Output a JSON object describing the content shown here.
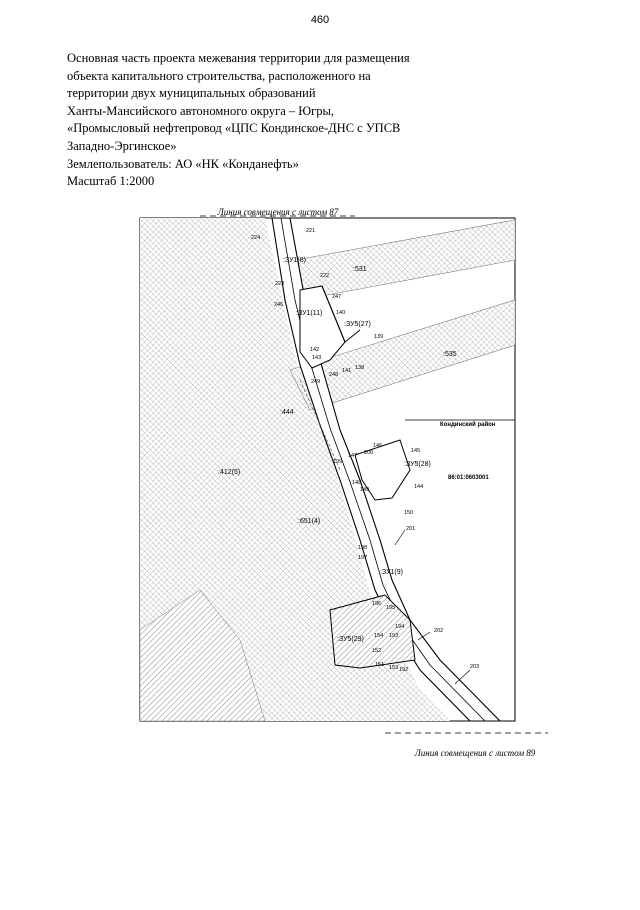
{
  "page_number": "460",
  "header": {
    "lines": [
      "Основная часть проекта межевания территории для размещения",
      "объекта капитального строительства, расположенного на",
      "территории двух муниципальных образований",
      " Ханты-Мансийского автономного округа – Югры,",
      "«Промысловый нефтепровод «ЦПС Кондинское-ДНС с УПСВ",
      "Западно-Эргинское»",
      "Землепользователь: АО «НК «Конданефть»",
      "Масштаб 1:2000"
    ]
  },
  "map": {
    "link_top": "Линия совмещения с листом 87",
    "link_bottom": "Линия совмещения с листом 89",
    "district_label": "Кондинский район",
    "cadastral_quarter": "86:01:0603001",
    "parcel_labels": {
      "zu1_8_top": ":ЗУ1(8)",
      "zu1_11": ":ЗУ1(11)",
      "zu5_27": ":ЗУ5(27)",
      "zu5_28": ":ЗУ5(28)",
      "zu1_9": ":ЗУ1(9)",
      "zu5_29": ":ЗУ5(29)",
      "p531": ":531",
      "p535": ":535",
      "p444": ":444",
      "p412_5": ":412(5)",
      "p651_4": ":651(4)"
    },
    "point_labels": {
      "n221": "221",
      "n224": "224",
      "n222": "222",
      "n223": "223",
      "n247": "247",
      "n246": "246",
      "n140": "140",
      "n139": "139",
      "n142": "142",
      "n143": "143",
      "n138": "138",
      "n141": "141",
      "n248": "248",
      "n249": "249",
      "n146": "146",
      "n145": "145",
      "n147": "147",
      "n200": "200",
      "n199": "199",
      "n148": "148",
      "n149": "149",
      "n144": "144",
      "n150": "150",
      "n201": "201",
      "n198": "198",
      "n197": "197",
      "n196": "196",
      "n195": "195",
      "n194": "194",
      "n193": "193",
      "n152": "152",
      "n154": "154",
      "n151": "151",
      "n153": "153",
      "n192": "192",
      "n202": "202",
      "n203": "203"
    }
  }
}
